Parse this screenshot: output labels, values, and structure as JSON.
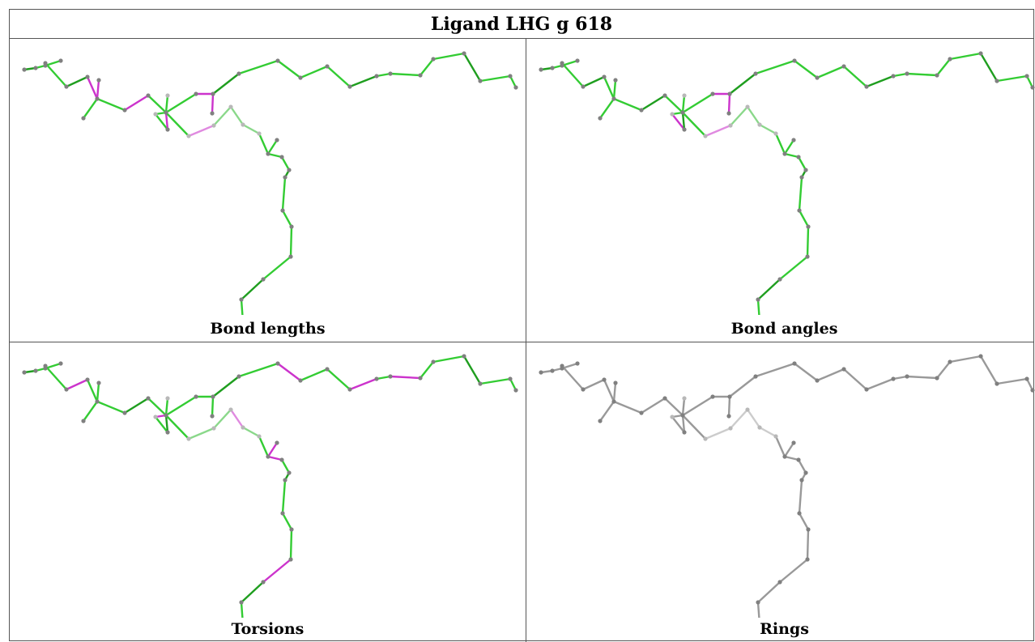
{
  "title": "Ligand LHG g 618",
  "panels": [
    {
      "caption": "Bond lengths",
      "scheme": "bond_lengths"
    },
    {
      "caption": "Bond angles",
      "scheme": "bond_angles"
    },
    {
      "caption": "Torsions",
      "scheme": "torsions"
    },
    {
      "caption": "Rings",
      "scheme": "rings"
    }
  ],
  "colors": {
    "good": "#33cc33",
    "good_dark": "#1f9e1f",
    "good_light": "#8ad88a",
    "outlier": "#cc33cc",
    "outlier_light": "#e08ae0",
    "neutral": "#999999",
    "neutral_light": "#cccccc",
    "atom": "#808080",
    "atom_light": "#b8b8b8"
  }
}
